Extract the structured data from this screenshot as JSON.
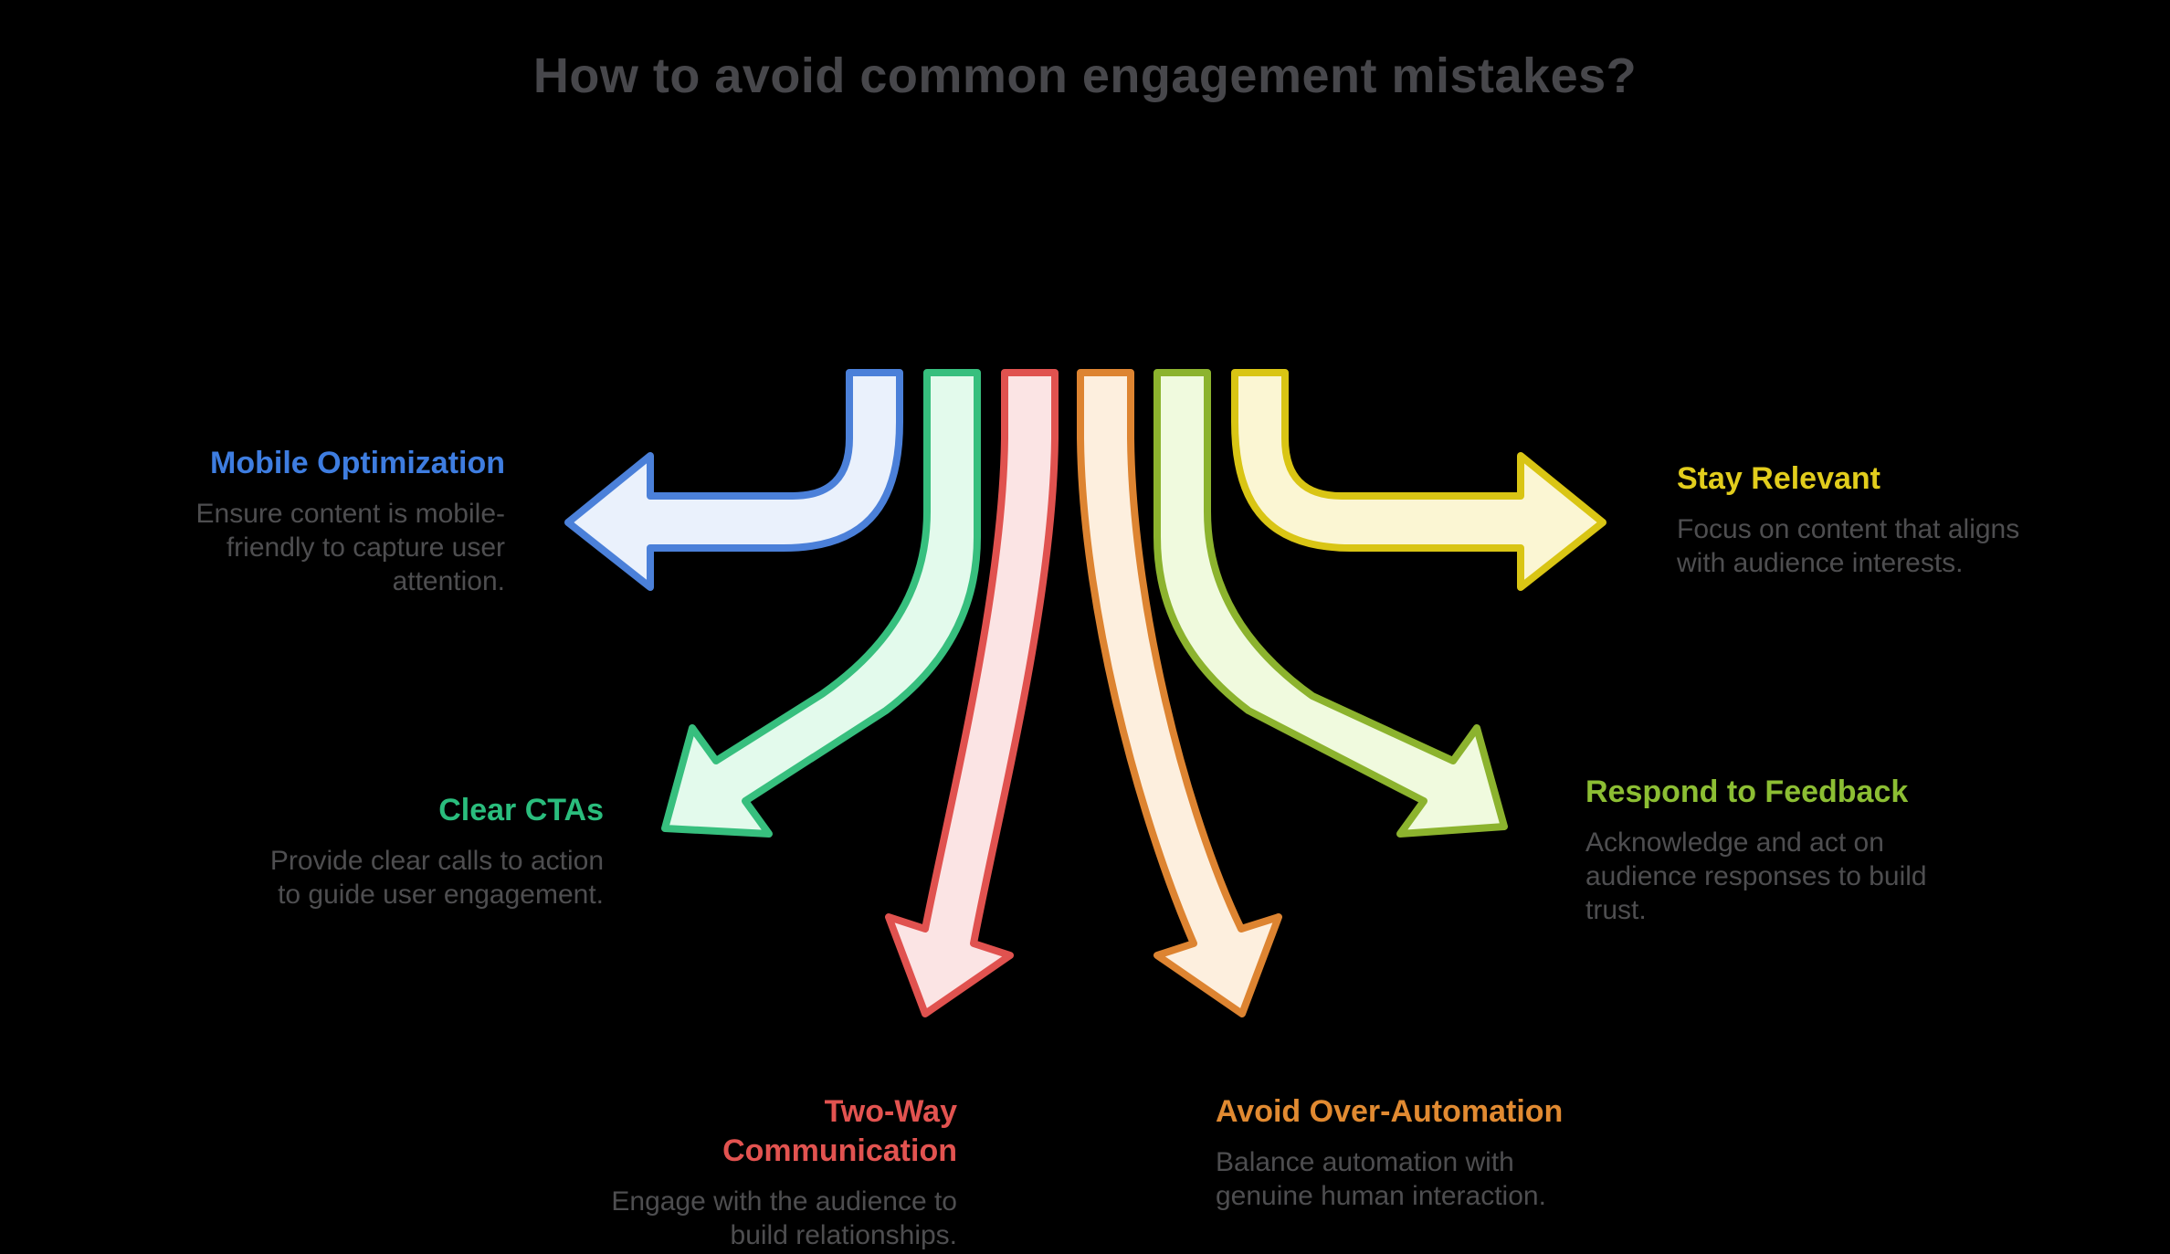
{
  "title": "How to avoid common engagement mistakes?",
  "title_color": "#47474B",
  "background_color": "#000000",
  "description_color": "#4E4E50",
  "items": [
    {
      "id": "mobile-optimization",
      "heading": "Mobile Optimization",
      "description": "Ensure content is mobile-\nfriendly to capture user\nattention.",
      "color": "#3E7DE0",
      "arrow_stroke": "#4B80D9",
      "arrow_fill": "#EAF1FC",
      "arrow_direction": "left"
    },
    {
      "id": "clear-ctas",
      "heading": "Clear CTAs",
      "description": "Provide clear calls to action\nto guide user engagement.",
      "color": "#2ABD7D",
      "arrow_stroke": "#37BF7E",
      "arrow_fill": "#E3FAEC",
      "arrow_direction": "down-left"
    },
    {
      "id": "two-way-communication",
      "heading": "Two-Way\nCommunication",
      "description": "Engage with the audience to\nbuild relationships.",
      "color": "#E25350",
      "arrow_stroke": "#E0524F",
      "arrow_fill": "#FBE4E4",
      "arrow_direction": "down"
    },
    {
      "id": "avoid-over-automation",
      "heading": "Avoid Over-Automation",
      "description": "Balance automation with\ngenuine human interaction.",
      "color": "#E18A31",
      "arrow_stroke": "#DD8431",
      "arrow_fill": "#FDEFDE",
      "arrow_direction": "down"
    },
    {
      "id": "respond-to-feedback",
      "heading": "Respond to Feedback",
      "description": "Acknowledge and act on\naudience responses to build\ntrust.",
      "color": "#8CBE33",
      "arrow_stroke": "#8CB32E",
      "arrow_fill": "#F0FADE",
      "arrow_direction": "down-right"
    },
    {
      "id": "stay-relevant",
      "heading": "Stay Relevant",
      "description": "Focus on content that aligns\nwith audience interests.",
      "color": "#E2CD1C",
      "arrow_stroke": "#D9C514",
      "arrow_fill": "#FBF6D3",
      "arrow_direction": "right"
    }
  ]
}
